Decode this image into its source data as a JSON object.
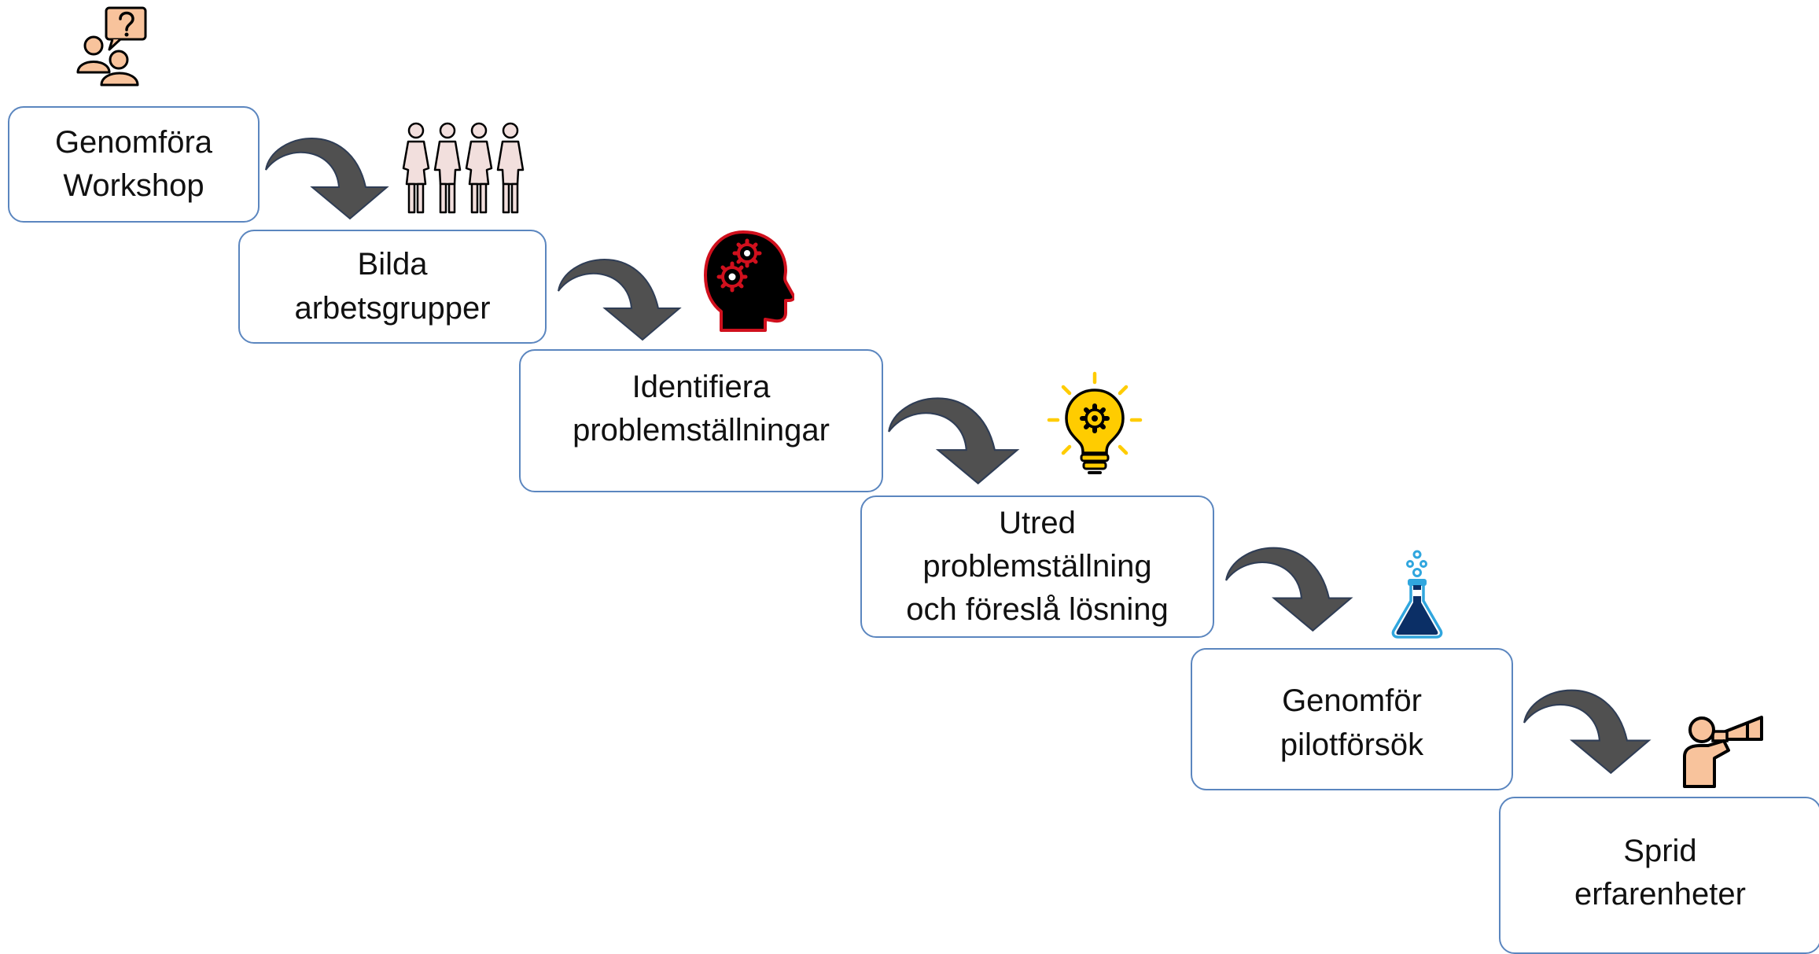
{
  "steps": [
    {
      "label": "Genomföra\nWorkshop"
    },
    {
      "label": "Bilda\narbetsgrupper"
    },
    {
      "label": "Identifiera\nproblemställningar"
    },
    {
      "label": "Utred\nproblemställning\noch föreslå lösning"
    },
    {
      "label": "Genomför\npilotförsök"
    },
    {
      "label": "Sprid\nerfarenheter"
    }
  ],
  "icons": [
    "discussion-people-icon",
    "people-group-icon",
    "head-gears-icon",
    "lightbulb-gear-icon",
    "flask-icon",
    "person-binoculars-icon"
  ],
  "colors": {
    "box_border": "#5b86bf",
    "arrow_fill": "#505050",
    "person_fill": "#f8c39c",
    "group_fill": "#f2dfdd",
    "head_accent": "#d0101d",
    "bulb_yellow": "#ffcc00",
    "flask_blue": "#0b2f66",
    "flask_light": "#30a6de"
  }
}
